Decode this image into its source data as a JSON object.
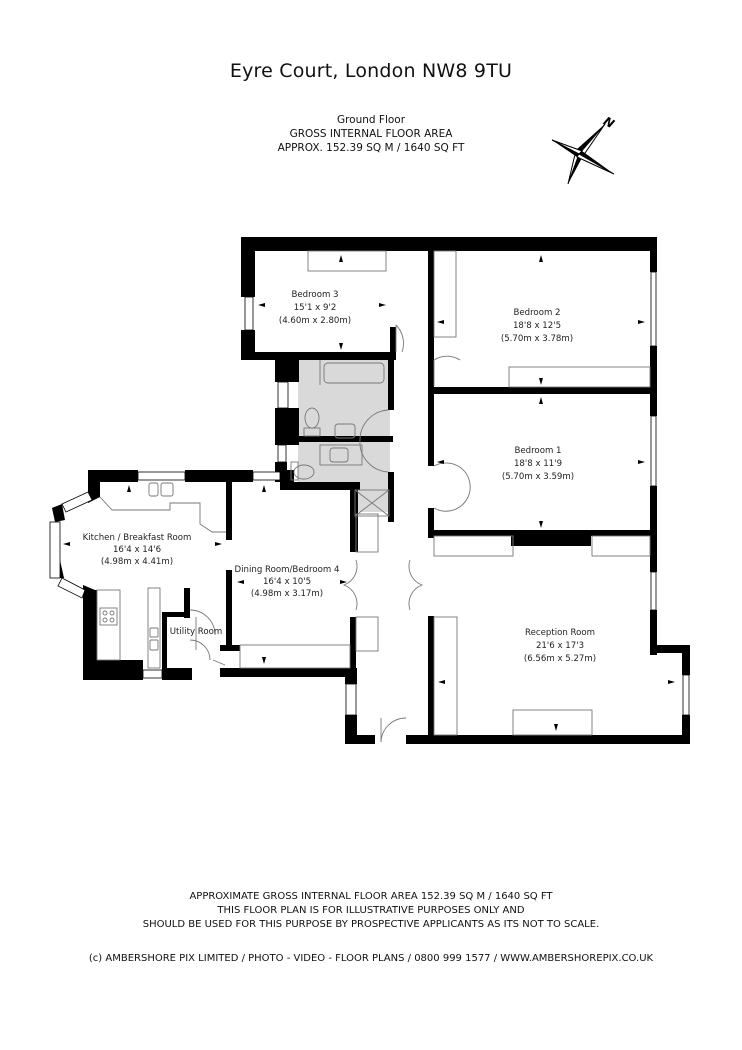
{
  "header": {
    "title": "Eyre Court, London NW8 9TU",
    "floor": "Ground Floor",
    "area_label": "GROSS INTERNAL FLOOR AREA",
    "area_value": "APPROX. 152.39 SQ M / 1640 SQ FT"
  },
  "compass": {
    "label": "N",
    "icon": "north-arrow-compass-icon"
  },
  "rooms": [
    {
      "name": "Bedroom 3",
      "imperial": "15'1 x 9'2",
      "metric": "(4.60m x 2.80m)"
    },
    {
      "name": "Bedroom 2",
      "imperial": "18'8 x 12'5",
      "metric": "(5.70m x 3.78m)"
    },
    {
      "name": "Bedroom 1",
      "imperial": "18'8 x 11'9",
      "metric": "(5.70m x 3.59m)"
    },
    {
      "name": "Kitchen / Breakfast Room",
      "imperial": "16'4 x 14'6",
      "metric": "(4.98m x 4.41m)"
    },
    {
      "name": "Dining Room/Bedroom 4",
      "imperial": "16'4 x 10'5",
      "metric": "(4.98m x 3.17m)"
    },
    {
      "name": "Reception Room",
      "imperial": "21'6 x 17'3",
      "metric": "(6.56m x 5.27m)"
    },
    {
      "name": "Utility Room"
    }
  ],
  "footer": {
    "line1": "APPROXIMATE GROSS INTERNAL FLOOR AREA 152.39 SQ M / 1640 SQ FT",
    "line2": "THIS FLOOR PLAN IS FOR ILLUSTRATIVE PURPOSES ONLY AND",
    "line3": "SHOULD BE USED FOR THIS PURPOSE BY PROSPECTIVE APPLICANTS AS ITS NOT TO SCALE.",
    "credit": "(c) AMBERSHORE PIX LIMITED / PHOTO - VIDEO - FLOOR PLANS / 0800 999 1577 / WWW.AMBERSHOREPIX.CO.UK"
  },
  "colors": {
    "wall": "#000000",
    "bathroom_fill": "#d9d9d9",
    "fixture_line": "#777777"
  }
}
